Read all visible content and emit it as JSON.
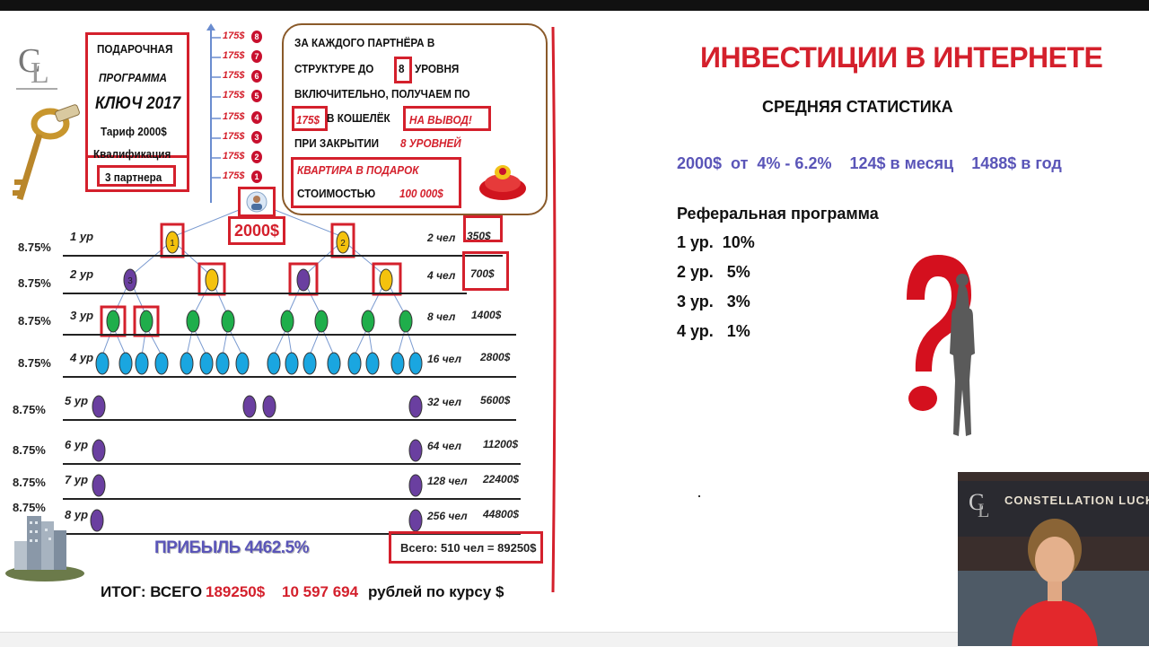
{
  "left": {
    "program_box": [
      "ПОДАРОЧНАЯ",
      "ПРОГРАММА",
      "КЛЮЧ 2017",
      "Тариф 2000$"
    ],
    "qual_label": "Квалификация",
    "qual_value": "3 партнера",
    "arrow_amount": "175$",
    "arrow_numbers": [
      "8",
      "7",
      "6",
      "5",
      "4",
      "3",
      "2",
      "1"
    ],
    "callout": {
      "line1": "ЗА КАЖДОГО ПАРТНЁРА  В",
      "line2a": "СТРУКТУРЕ  ДО",
      "line2b": "8",
      "line2c": "УРОВНЯ",
      "line3": "ВКЛЮЧИТЕЛЬНО, ПОЛУЧАЕМ ПО",
      "line4a": "175$",
      "line4b": "В КОШЕЛЁК",
      "line4c": "НА ВЫВОД!",
      "line5a": "ПРИ ЗАКРЫТИИ",
      "line5b": "8 УРОВНЕЙ",
      "line6": "КВАРТИРА В ПОДАРОК",
      "line7a": "СТОИМОСТЬЮ",
      "line7b": "100 000$"
    },
    "root_amount": "2000$",
    "levels": [
      {
        "pct": "8.75%",
        "label": "1 ур",
        "count": "2 чел",
        "sum": "350$"
      },
      {
        "pct": "8.75%",
        "label": "2 ур",
        "count": "4 чел",
        "sum": "700$"
      },
      {
        "pct": "8.75%",
        "label": "3 ур",
        "count": "8 чел",
        "sum": "1400$"
      },
      {
        "pct": "8.75%",
        "label": "4 ур",
        "count": "16 чел",
        "sum": "2800$"
      },
      {
        "pct": "8.75%",
        "label": "5 ур",
        "count": "32 чел",
        "sum": "5600$"
      },
      {
        "pct": "8.75%",
        "label": "6 ур",
        "count": "64 чел",
        "sum": "11200$"
      },
      {
        "pct": "8.75%",
        "label": "7 ур",
        "count": "128 чел",
        "sum": "22400$"
      },
      {
        "pct": "8.75%",
        "label": "8 ур",
        "count": "256 чел",
        "sum": "44800$"
      }
    ],
    "node_labels": [
      "1",
      "2",
      "3"
    ],
    "profit": "ПРИБЫЛЬ 4462.5%",
    "total_box": "Всего: 510 чел = 89250$",
    "summary_a": "ИТОГ:  ВСЕГО",
    "summary_b": "189250$",
    "summary_c": "10 597 694",
    "summary_d": "рублей по курсу $"
  },
  "right": {
    "title": "ИНВЕСТИЦИИ В ИНТЕРНЕТЕ",
    "subtitle": "СРЕДНЯЯ СТАТИСТИКА",
    "stats": "2000$  от  4% - 6.2%    124$ в месяц    1488$ в год",
    "ref_title": "Реферальная программа",
    "ref_items": [
      "1 ур.  10%",
      "2 ур.   5%",
      "3 ур.   3%",
      "4 ур.   1%"
    ]
  },
  "webcam": {
    "banner": "CONSTELLATION LUCK"
  },
  "colors": {
    "accent_red": "#d4202c",
    "stats_blue": "#5a55b8",
    "node_yellow": "#f4c20d",
    "node_purple": "#6a3fa0",
    "node_green": "#1fae4b",
    "node_cyan": "#1aa6e0"
  }
}
